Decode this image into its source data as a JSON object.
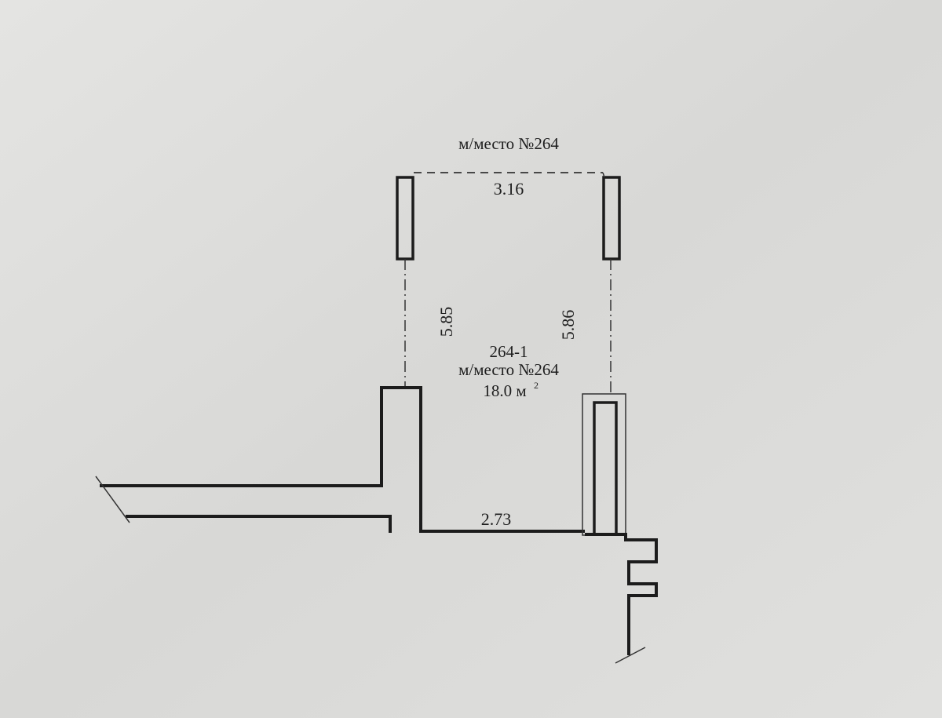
{
  "plan": {
    "header_label": "м/место №264",
    "top_width": "3.16",
    "left_depth": "5.85",
    "right_depth": "5.86",
    "space_id": "264-1",
    "space_label": "м/место №264",
    "area_value": "18.0 м",
    "area_unit_sup": "2",
    "bottom_width": "2.73"
  },
  "colors": {
    "paper": "#dcdcda",
    "ink": "#1c1c1c"
  }
}
